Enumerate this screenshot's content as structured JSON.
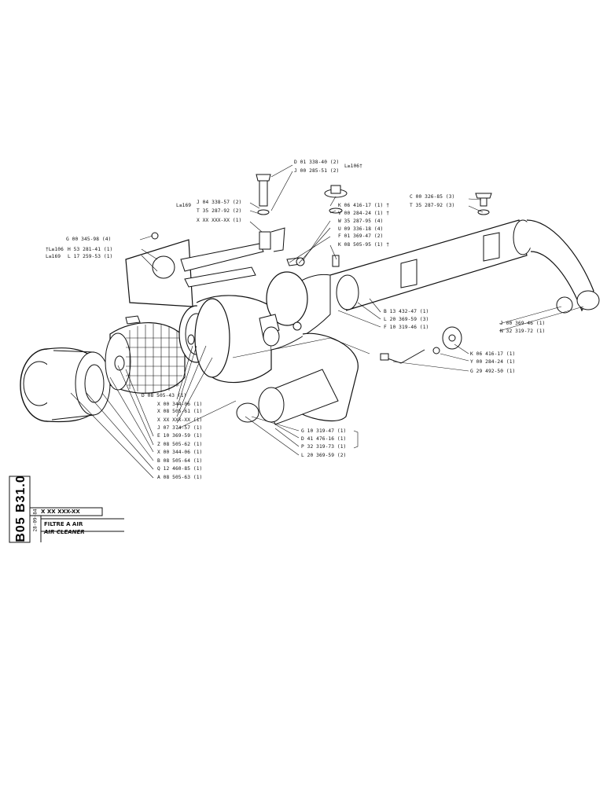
{
  "title_block": {
    "code": "B05 B31.0",
    "reference": "X XX XXX-XX",
    "date": "28-09-84",
    "title_fr": "FILTRE A AIR",
    "title_en": "AIR CLEANER"
  },
  "labels": {
    "top_bolt_a": "D 01 338-40 (2)",
    "top_bolt_b": "J 00 285-51 (2)",
    "top_bolt_note": "L≥106†",
    "l169_note": "L≤169",
    "bracket_a": "J 04 338-57 (2)",
    "bracket_b": "T 35 287-92 (2)",
    "bracket_c": "X XX XXX-XX (1)",
    "plate_nut": "G 00 345-98 (4)",
    "plate_note_a": "†L≥106",
    "plate_note_b": "L≤169",
    "plate_a": "H 53 281-41 (1)",
    "plate_b": "L 17 259-53 (1)",
    "cap_a": "K 06 416-17 (1) †",
    "cap_b": "V 00 284-24 (1) †",
    "w": "W 35 287-95 (4)",
    "u": "U 09 336-18 (4)",
    "f1": "F 01 369-47 (2)",
    "k2": "K 08 505-95 (1) †",
    "right_bolt_a": "C 00 326-85 (3)",
    "right_bolt_b": "T 35 287-92 (3)",
    "pipe_b": "B 13 432-47 (1)",
    "pipe_l": "L 20 369-59 (3)",
    "pipe_f": "F 10 319-46 (1)",
    "clamp_j": "J 00 369-46 (1)",
    "clamp_n": "N 32 319-72 (1)",
    "ind_k": "K 06 416-17 (1)",
    "ind_y": "Y 00 284-24 (1)",
    "ind_g": "G 29 492-50 (1)",
    "d_center": "D 08 505-43 (1)",
    "x1": "X 00 344-06 (1)",
    "x2": "X 08 505-61 (1)",
    "x3": "X XX XXX-XX (1)",
    "j1": "J 07 374-57 (1)",
    "e1": "E 10 369-59 (1)",
    "z1": "Z 08 505-62 (1)",
    "x4": "X 00 344-06 (1)",
    "b1": "B 08 505-64 (1)",
    "q1": "Q 12 460-85 (1)",
    "a1": "A 08 505-63 (1)",
    "hose_g": "G 10 319-47 (1)",
    "hose_d": "D 41 476-16 (1)",
    "hose_p": "P 32 319-73 (1)",
    "hose_l": "L 20 369-59 (2)"
  }
}
